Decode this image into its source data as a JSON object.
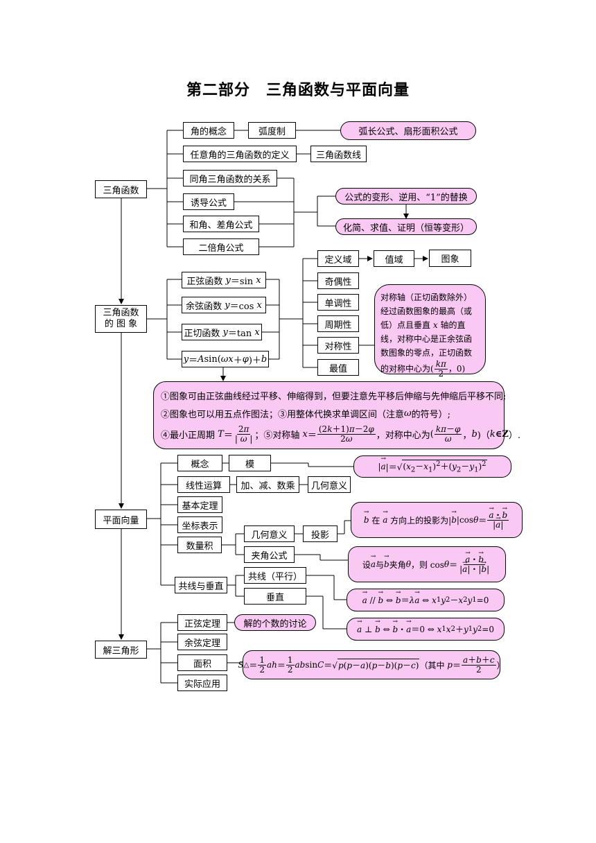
{
  "title": "第二部分　三角函数与平面向量",
  "sections": {
    "trig": "三角函数",
    "graph": "三角函数的 图 象",
    "vector": "平面向量",
    "triangle": "解三角形"
  },
  "trig": {
    "concept": "角的概念",
    "radian": "弧度制",
    "arc_formula": "弧长公式、扇形面积公式",
    "def": "任意角的三角函数的定义",
    "trig_line": "三角函数线",
    "same_angle": "同角三角函数的关系",
    "induction": "诱导公式",
    "sum_diff": "和角、差角公式",
    "double": "二倍角公式",
    "transform": "公式的变形、逆用、“1”的替换",
    "simplify": "化简、求值、证明（恒等变形）"
  },
  "graph": {
    "sin_fn": "正弦函数",
    "cos_fn": "余弦函数",
    "tan_fn": "正切函数",
    "domain": "定义域",
    "range": "值域",
    "image": "图象",
    "parity": "奇偶性",
    "mono": "单调性",
    "period": "周期性",
    "symmetry": "对称性",
    "extreme": "最值",
    "sym_note": "对称轴（正切函数除外）经过函数图象的最高（或低）点且垂直",
    "sym_note_2": "轴的直线，对称中心是正余弦函数图象的零点，正切函数的对称中心为",
    "note1": "①图象可由正弦曲线经过平移、伸缩得到，但要注意先平移后伸缩与先伸缩后平移不同;",
    "note2a": "②图象也可以用五点作图法；③用整体代换求单调区间（注意",
    "note2b": "的符号）;",
    "note3a": "④最小正周期",
    "note3b": "；⑤对称轴",
    "note3c": "，对称中心为",
    "in_z": "∈Z",
    "note3d": "）."
  },
  "vector": {
    "concept": "概念",
    "modulus": "模",
    "linear": "线性运算",
    "ops": "加、减、数乘",
    "geo": "几何意义",
    "theorem": "基本定理",
    "coord": "坐标表示",
    "dot": "数量积",
    "geo2": "几何意义",
    "proj": "投影",
    "angle": "夹角公式",
    "colperp": "共线与垂直",
    "collinear": "共线（平行）",
    "perp": "垂直",
    "proj_formula_a": "在",
    "proj_formula_b": "方向上的投影为|",
    "angle_formula_a": "设",
    "angle_formula_b": "与",
    "angle_formula_c": "夹角",
    "angle_formula_d": "，则 cos"
  },
  "triangle": {
    "sine": "正弦定理",
    "count": "解的个数的讨论",
    "cosine": "余弦定理",
    "area": "面积",
    "apply": "实际应用",
    "area_note": "（其中"
  }
}
